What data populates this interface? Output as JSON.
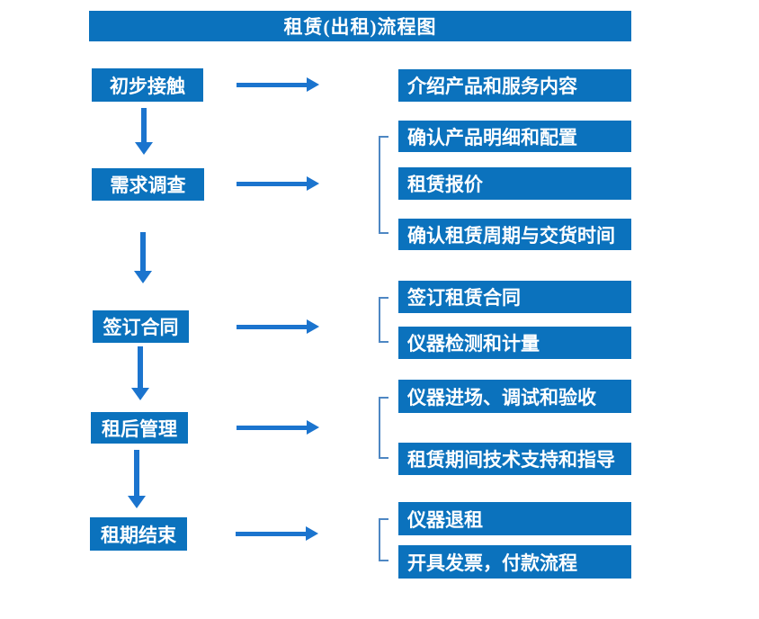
{
  "title": "租赁(出租)流程图",
  "colors": {
    "box": "#0b72bd",
    "arrow": "#1b74ce",
    "bracket": "#4e87c3",
    "text": "#ffffff"
  },
  "stages": [
    {
      "label": "初步接触",
      "details": [
        "介绍产品和服务内容"
      ]
    },
    {
      "label": "需求调查",
      "details": [
        "确认产品明细和配置",
        "租赁报价",
        "确认租赁周期与交货时间"
      ]
    },
    {
      "label": "签订合同",
      "details": [
        "签订租赁合同",
        "仪器检测和计量"
      ]
    },
    {
      "label": "租后管理",
      "details": [
        "仪器进场、调试和验收",
        "租赁期间技术支持和指导"
      ]
    },
    {
      "label": "租期结束",
      "details": [
        "仪器退租",
        "开具发票，付款流程"
      ]
    }
  ]
}
